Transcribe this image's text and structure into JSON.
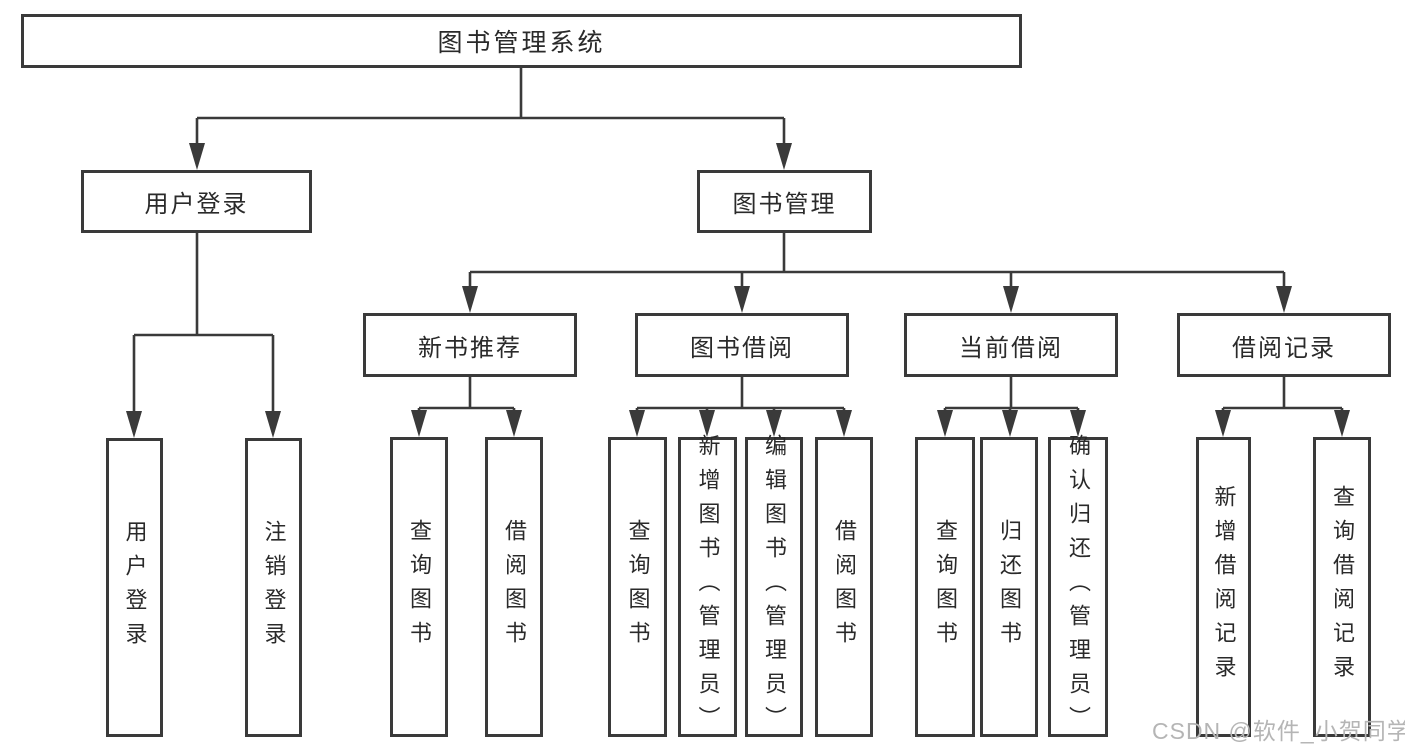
{
  "diagram": {
    "title": "图书管理系统",
    "root": {
      "label": "图书管理系统"
    },
    "level2": [
      {
        "label": "用户登录"
      },
      {
        "label": "图书管理"
      }
    ],
    "level3": [
      {
        "label": "新书推荐"
      },
      {
        "label": "图书借阅"
      },
      {
        "label": "当前借阅"
      },
      {
        "label": "借阅记录"
      }
    ],
    "leaves": {
      "user_login": [
        "用户登录",
        "注销登录"
      ],
      "new_book": [
        "查询图书",
        "借阅图书"
      ],
      "book_borrow": [
        "查询图书",
        "新增图书（管理员）",
        "编辑图书（管理员）",
        "借阅图书"
      ],
      "current_borrow": [
        "查询图书",
        "归还图书",
        "确认归还（管理员）"
      ],
      "borrow_records": [
        "新增借阅记录",
        "查询借阅记录"
      ]
    }
  },
  "watermark": "CSDN @软件_小贺同学",
  "colors": {
    "line": "#3a3a3a",
    "text": "#2a2a2a",
    "background": "#ffffff",
    "watermark": "#b5b5b5"
  }
}
